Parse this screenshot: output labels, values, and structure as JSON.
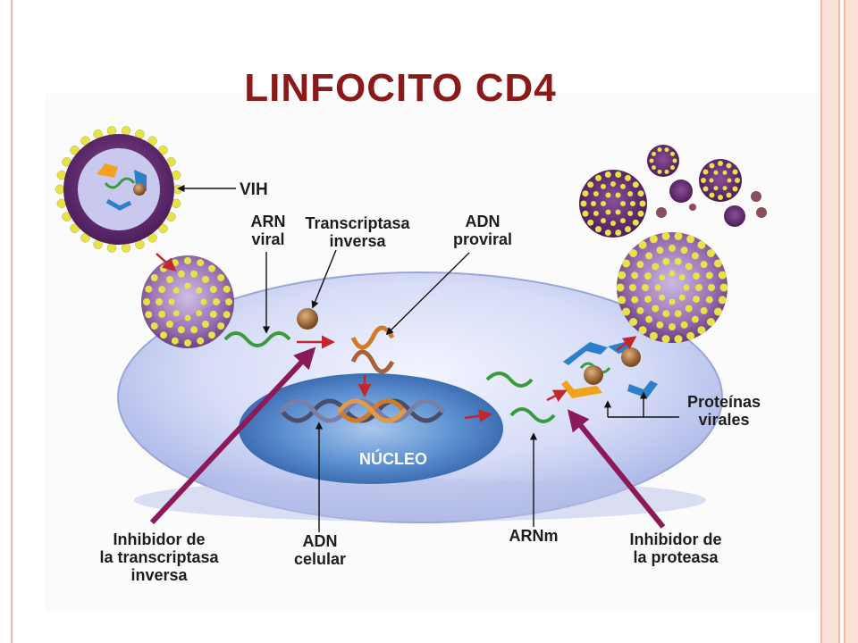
{
  "slide": {
    "title": "LINFOCITO CD4"
  },
  "labels": {
    "vih": "VIH",
    "arn_viral_1": "ARN",
    "arn_viral_2": "viral",
    "transcriptasa_1": "Transcriptasa",
    "transcriptasa_2": "inversa",
    "adn_proviral_1": "ADN",
    "adn_proviral_2": "proviral",
    "nucleo": "NÚCLEO",
    "proteinas_1": "Proteínas",
    "proteinas_2": "virales",
    "inhibidor_ti_1": "Inhibidor de",
    "inhibidor_ti_2": "la transcriptasa",
    "inhibidor_ti_3": "inversa",
    "adn_celular_1": "ADN",
    "adn_celular_2": "celular",
    "arnm": "ARNm",
    "inhibidor_prot_1": "Inhibidor de",
    "inhibidor_prot_2": "la proteasa"
  },
  "colors": {
    "title": "#8b1a1a",
    "virus": "#6b2f7a",
    "spikes": "#e6e24a",
    "cell": "#c9d2f2",
    "nucleus": "#3d6fb8",
    "inhibitor_arrow": "#8a1a5a",
    "flow_arrow": "#c0282e",
    "rna": "#3b9a3b",
    "dna_orange": "#d07a2a",
    "protein_blue": "#2c7fc8",
    "protein_orange": "#f2a21c"
  }
}
